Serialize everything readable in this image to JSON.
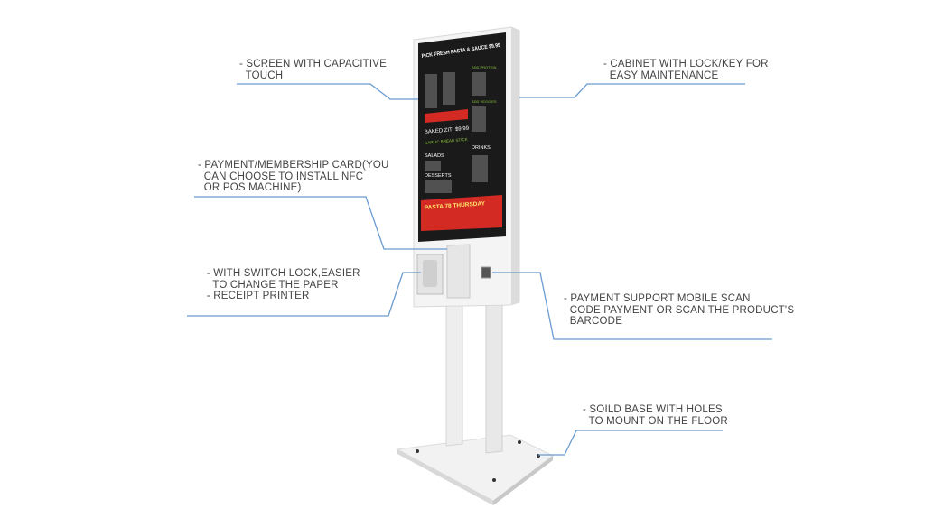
{
  "callouts": {
    "screen": "- SCREEN WITH CAPACITIVE\n  TOUCH",
    "cabinet": "- CABINET WITH LOCK/KEY FOR\n  EASY MAINTENANCE",
    "payment_card": "- PAYMENT/MEMBERSHIP CARD(YOU\n  CAN CHOOSE TO INSTALL NFC\n  OR POS MACHINE)",
    "printer": "  - WITH SWITCH LOCK,EASIER\n    TO CHANGE THE PAPER\n  - RECEIPT PRINTER",
    "scanner": "- PAYMENT SUPPORT MOBILE SCAN\n  CODE PAYMENT OR SCAN THE PRODUCT'S\n  BARCODE",
    "base": "- SOILD BASE WITH HOLES\n  TO MOUNT ON THE FLOOR"
  },
  "screen_menu": {
    "header": "PICK FRESH PASTA & SAUCE $9.99",
    "baked": "BAKED ZITI $9.99",
    "garlic": "GARLIC BREAD STICK",
    "salads": "SALADS",
    "desserts": "DESSERTS",
    "drinks": "DRINKS",
    "add_protein": "ADD PROTEIN",
    "add_veggies": "ADD VEGGIES",
    "promo": "PASTA 78 THURSDAY"
  },
  "colors": {
    "leader_line": "#6a9bd0",
    "text": "#444444",
    "screen_bg": "#1a1a1a",
    "promo_red": "#d42a24",
    "menu_green": "#8cc63f"
  }
}
